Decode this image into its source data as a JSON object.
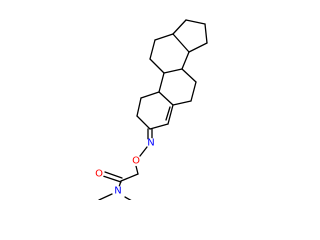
{
  "molecule": {
    "atoms": [
      {
        "id": "N_oxime",
        "label": "N",
        "color": "#0000ff"
      },
      {
        "id": "O_ether",
        "label": "O",
        "color": "#ff0000"
      },
      {
        "id": "O_carbonyl",
        "label": "O",
        "color": "#ff0000"
      },
      {
        "id": "N_pyrrolidine",
        "label": "N",
        "color": "#0000ff"
      }
    ],
    "bond_color": "#000000"
  }
}
